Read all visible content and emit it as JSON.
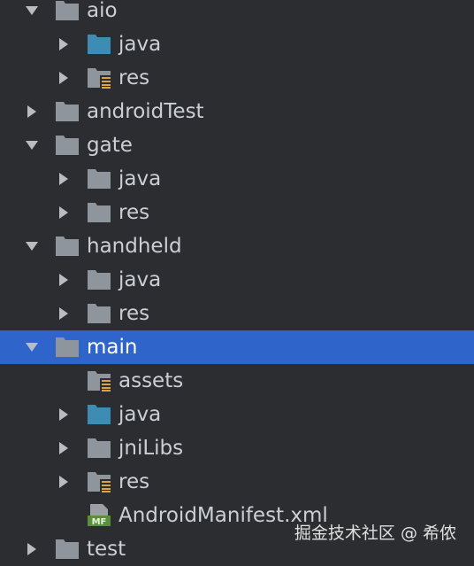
{
  "colors": {
    "background": "#2b2d30",
    "selection": "#2f65ca",
    "folder_default": "#8e959c",
    "folder_source": "#3d8cb4",
    "text": "#cbcfd4"
  },
  "tree": [
    {
      "label": "aio",
      "level": 0,
      "expander": "expanded",
      "icon": "folder-icon",
      "selected": false
    },
    {
      "label": "java",
      "level": 1,
      "expander": "collapsed",
      "icon": "source-folder-icon",
      "selected": false
    },
    {
      "label": "res",
      "level": 1,
      "expander": "collapsed",
      "icon": "resource-folder-icon",
      "selected": false
    },
    {
      "label": "androidTest",
      "level": 0,
      "expander": "collapsed",
      "icon": "folder-icon",
      "selected": false
    },
    {
      "label": "gate",
      "level": 0,
      "expander": "expanded",
      "icon": "folder-icon",
      "selected": false
    },
    {
      "label": "java",
      "level": 1,
      "expander": "collapsed",
      "icon": "folder-icon",
      "selected": false
    },
    {
      "label": "res",
      "level": 1,
      "expander": "collapsed",
      "icon": "folder-icon",
      "selected": false
    },
    {
      "label": "handheld",
      "level": 0,
      "expander": "expanded",
      "icon": "folder-icon",
      "selected": false
    },
    {
      "label": "java",
      "level": 1,
      "expander": "collapsed",
      "icon": "folder-icon",
      "selected": false
    },
    {
      "label": "res",
      "level": 1,
      "expander": "collapsed",
      "icon": "folder-icon",
      "selected": false
    },
    {
      "label": "main",
      "level": 0,
      "expander": "expanded",
      "icon": "folder-icon",
      "selected": true
    },
    {
      "label": "assets",
      "level": 1,
      "expander": "none",
      "icon": "resource-folder-icon",
      "selected": false
    },
    {
      "label": "java",
      "level": 1,
      "expander": "collapsed",
      "icon": "source-folder-icon",
      "selected": false
    },
    {
      "label": "jniLibs",
      "level": 1,
      "expander": "collapsed",
      "icon": "folder-icon",
      "selected": false
    },
    {
      "label": "res",
      "level": 1,
      "expander": "collapsed",
      "icon": "resource-folder-icon",
      "selected": false
    },
    {
      "label": "AndroidManifest.xml",
      "level": 1,
      "expander": "none",
      "icon": "manifest-file-icon",
      "selected": false
    },
    {
      "label": "test",
      "level": 0,
      "expander": "collapsed",
      "icon": "folder-icon",
      "selected": false
    }
  ],
  "manifest_badge": "MF",
  "watermark": "掘金技术社区 @ 希侬"
}
